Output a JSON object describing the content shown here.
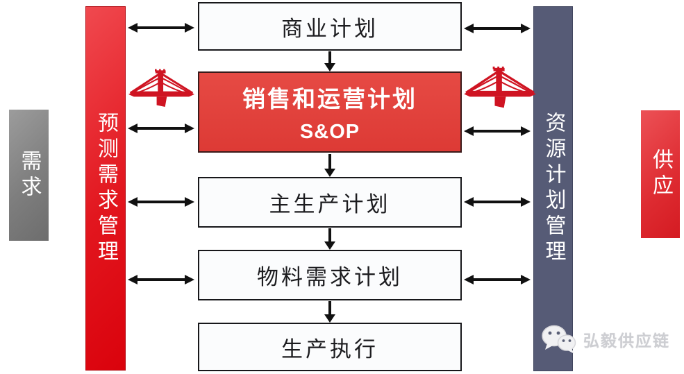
{
  "sides": {
    "demand": {
      "label": "需求"
    },
    "supply": {
      "label": "供应"
    },
    "forecast_bar": {
      "label": "预测需求管理"
    },
    "resource_bar": {
      "label": "资源计划管理"
    }
  },
  "flow": {
    "business_plan": {
      "label": "商业计划"
    },
    "sop": {
      "title": "销售和运营计划",
      "subtitle": "S&OP"
    },
    "mps": {
      "label": "主生产计划"
    },
    "mrp": {
      "label": "物料需求计划"
    },
    "execution": {
      "label": "生产执行"
    }
  },
  "icons": {
    "bridge": "bridge-icon",
    "wechat": "wechat-icon",
    "double_arrow": "double-arrow",
    "down_arrow": "down-arrow"
  },
  "watermark": {
    "brand": "弘毅供应链"
  },
  "colors": {
    "bar_red": "#e01118",
    "sop_red": "#e2413c",
    "slate_bar": "#565b76",
    "demand_gray": "#7e7e7e",
    "bridge_red": "#cf1422",
    "arrow_black": "#111111",
    "watermark_gray": "#cdced2"
  }
}
